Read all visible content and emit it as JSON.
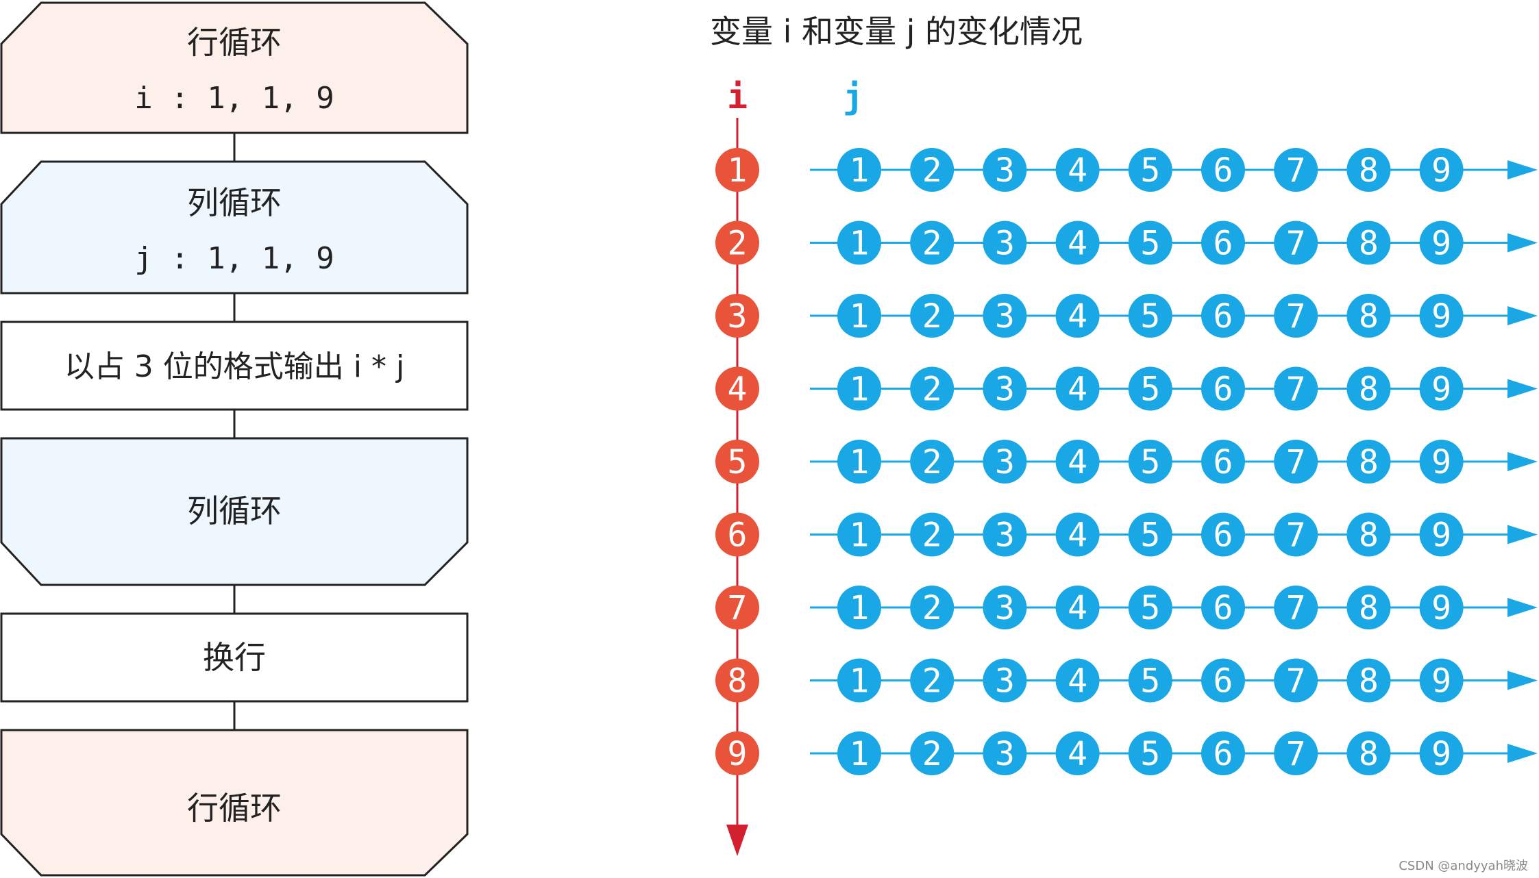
{
  "flowchart": {
    "row_loop_start": {
      "title": "行循环",
      "range": "i : 1, 1, 9"
    },
    "col_loop_start": {
      "title": "列循环",
      "range": "j : 1, 1, 9"
    },
    "output_step": {
      "text": "以占 3 位的格式输出 i * j"
    },
    "col_loop_end": {
      "title": "列循环"
    },
    "newline_step": {
      "text": "换行"
    },
    "row_loop_end": {
      "title": "行循环"
    }
  },
  "variable_diagram": {
    "title": "变量 i 和变量 j 的变化情况",
    "i_label": "i",
    "j_label": "j",
    "i_values": [
      "1",
      "2",
      "3",
      "4",
      "5",
      "6",
      "7",
      "8",
      "9"
    ],
    "j_values": [
      "1",
      "2",
      "3",
      "4",
      "5",
      "6",
      "7",
      "8",
      "9"
    ]
  },
  "colors": {
    "row_loop_fill": "#fdf0ea",
    "col_loop_fill": "#eef7fd",
    "i_color": "#e8533a",
    "j_color": "#1aa7e6",
    "i_label_color": "#d22030",
    "stroke": "#222222"
  },
  "watermark": "CSDN @andyyah晓波"
}
